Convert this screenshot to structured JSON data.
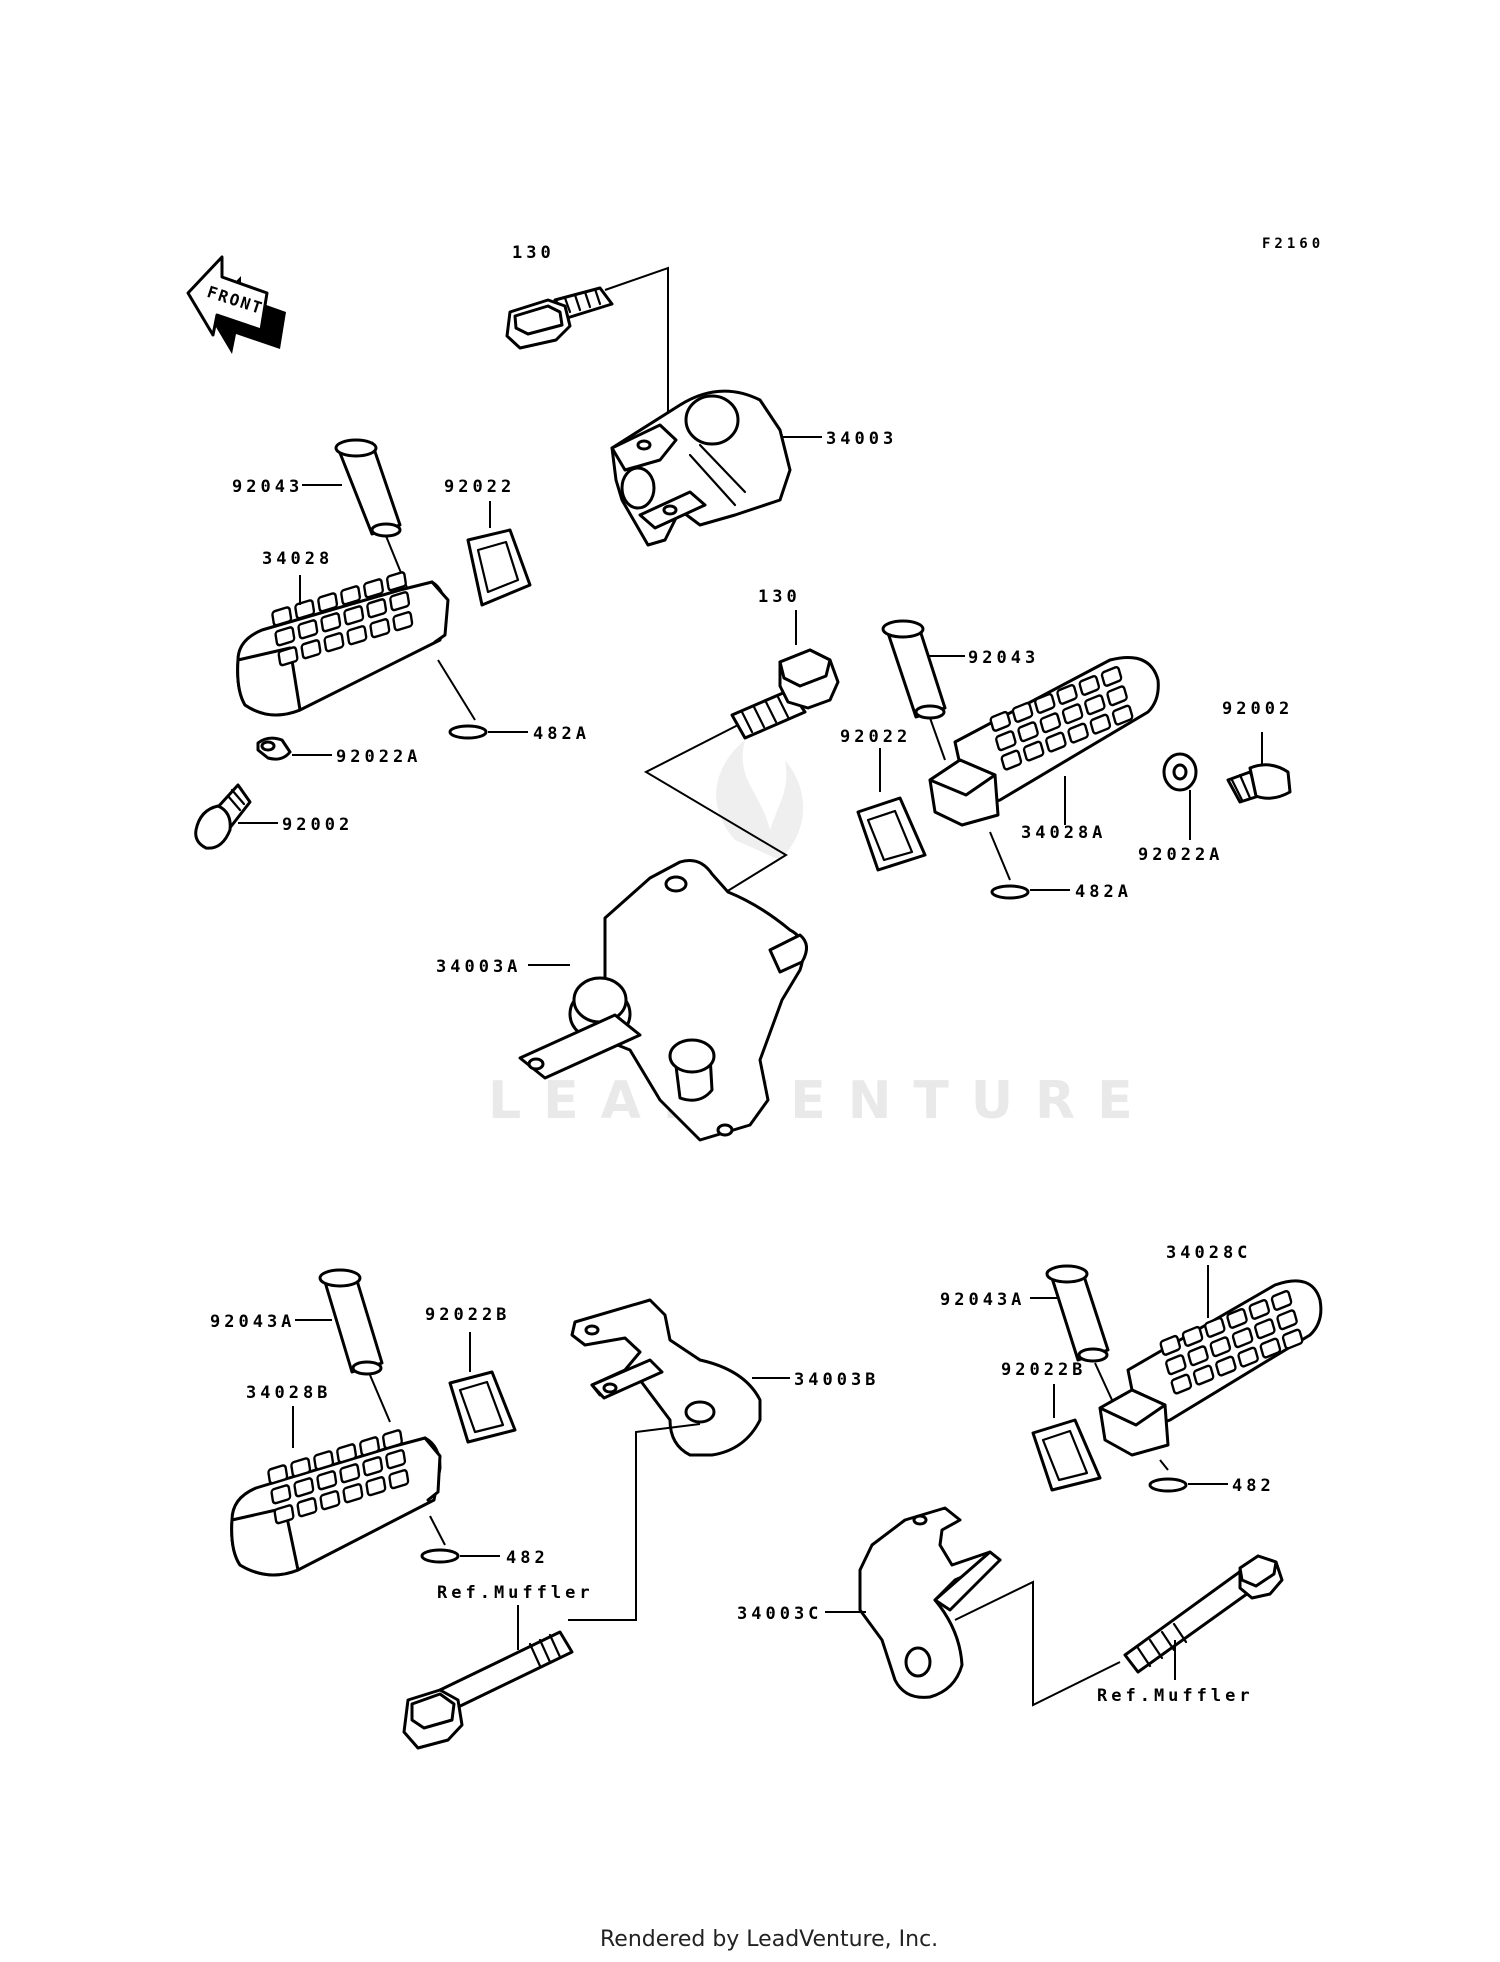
{
  "diagram_code": "F2160",
  "front_arrow_label": "FRONT",
  "watermark_text": "LEADVENTURE",
  "footer_text": "Rendered by LeadVenture, Inc.",
  "labels": {
    "l130a": "130",
    "l34003": "34003",
    "l92043a": "92043",
    "l92022a": "92022",
    "l34028": "34028",
    "l482a_left": "482A",
    "l92022A_left": "92022A",
    "l92002_left": "92002",
    "l130b": "130",
    "l92043b": "92043",
    "l92002_right": "92002",
    "l92022b": "92022",
    "l34028A": "34028A",
    "l92022A_right": "92022A",
    "l482a_right": "482A",
    "l34003A": "34003A",
    "l92043A_left": "92043A",
    "l92022B_left": "92022B",
    "l34003B": "34003B",
    "l34028B": "34028B",
    "l482_left": "482",
    "lrefmuffler_left": "Ref.Muffler",
    "l34028C": "34028C",
    "l92043A_right": "92043A",
    "l92022B_right": "92022B",
    "l482_right": "482",
    "l34003C": "34003C",
    "lrefmuffler_right": "Ref.Muffler"
  }
}
